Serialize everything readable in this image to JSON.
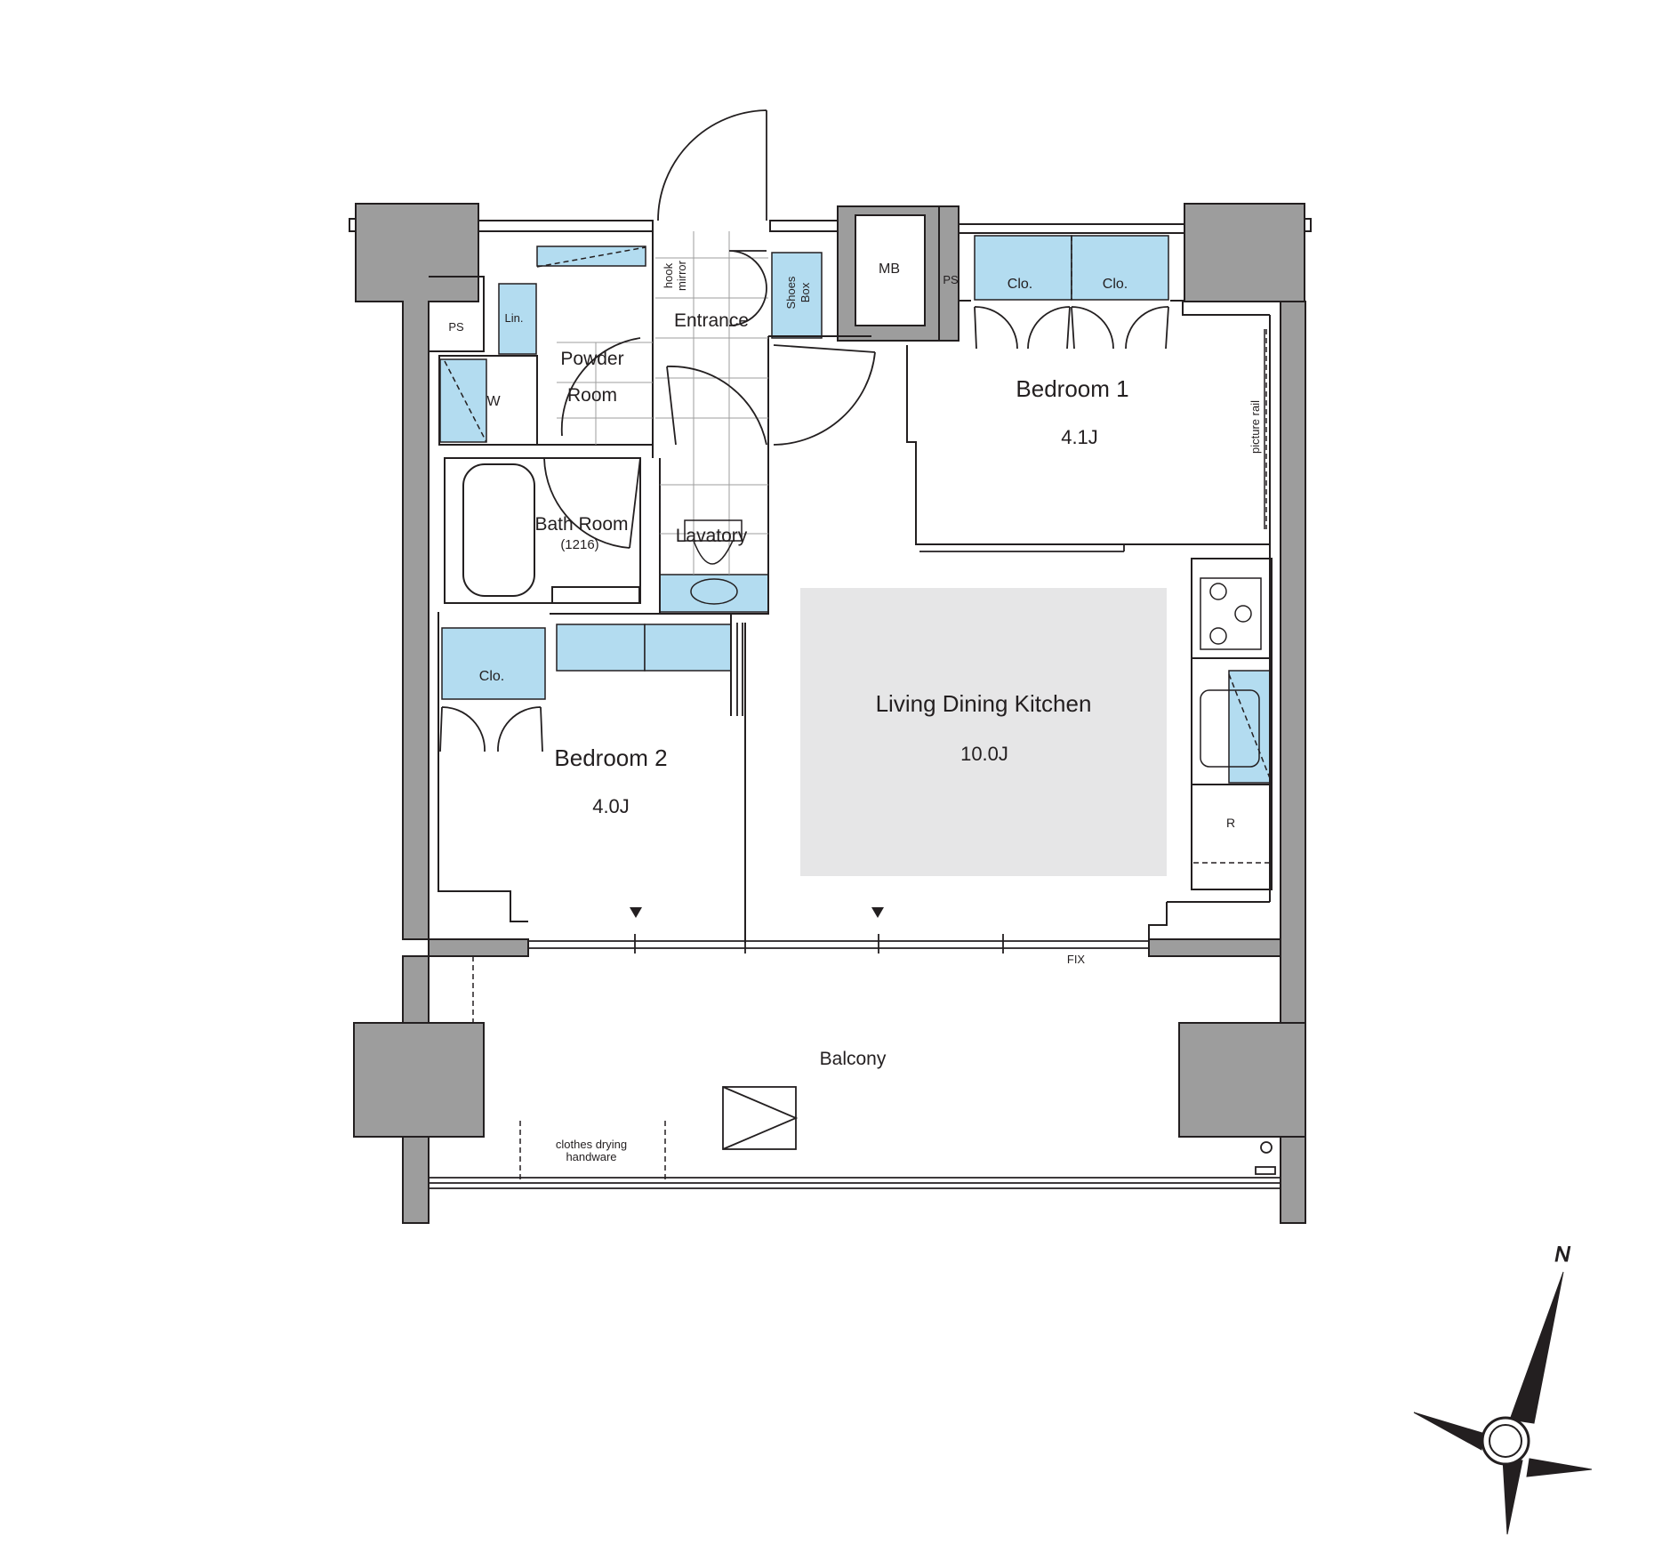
{
  "rooms": {
    "bedroom1": {
      "name": "Bedroom 1",
      "size": "4.1J"
    },
    "bedroom2": {
      "name": "Bedroom 2",
      "size": "4.0J"
    },
    "ldk": {
      "name": "Living Dining Kitchen",
      "size": "10.0J"
    },
    "bath": {
      "name": "Bath Room",
      "code": "(1216)"
    },
    "powder": {
      "line1": "Powder",
      "line2": "Room"
    },
    "lavatory": {
      "name": "Lavatory"
    },
    "entrance": {
      "name": "Entrance"
    },
    "balcony": {
      "name": "Balcony"
    }
  },
  "labels": {
    "mb": "MB",
    "ps_left": "PS",
    "ps_right": "PS",
    "clo_b1_a": "Clo.",
    "clo_b1_b": "Clo.",
    "clo_b2": "Clo.",
    "linen": "Lin.",
    "washer": "W",
    "shoes_1": "Shoes",
    "shoes_2": "Box",
    "hook": "hook",
    "mirror": "mirror",
    "picture_rail": "picture rail",
    "refrigerator": "R",
    "fix": "FIX",
    "clothes_1": "clothes drying",
    "clothes_2": "handware",
    "north": "N"
  },
  "colors": {
    "wall": "#9d9d9d",
    "line": "#231f20",
    "storage": "#b3dcf0",
    "ldk_fill": "#e6e6e7"
  }
}
